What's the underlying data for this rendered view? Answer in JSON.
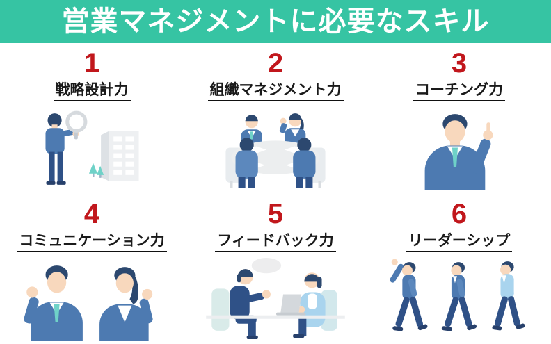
{
  "colors": {
    "header_bg": "#36c4a3",
    "header_text": "#ffffff",
    "number": "#c1171c",
    "label_text": "#1a1a1a",
    "underline": "#111111"
  },
  "header": {
    "title": "営業マネジメントに必要なスキル"
  },
  "skills": [
    {
      "number": "1",
      "label": "戦略設計力",
      "illustration": "man-with-magnifying-glass-looking-at-building"
    },
    {
      "number": "2",
      "label": "組織マネジメント力",
      "illustration": "four-people-meeting-around-round-table"
    },
    {
      "number": "3",
      "label": "コーチング力",
      "illustration": "businessman-pointing-up"
    },
    {
      "number": "4",
      "label": "コミュニケーション力",
      "illustration": "man-and-woman-raising-fists"
    },
    {
      "number": "5",
      "label": "フィードバック力",
      "illustration": "one-on-one-talk-at-desk-with-laptop"
    },
    {
      "number": "6",
      "label": "リーダーシップ",
      "illustration": "three-people-walking-leader-pointing-ahead"
    }
  ]
}
